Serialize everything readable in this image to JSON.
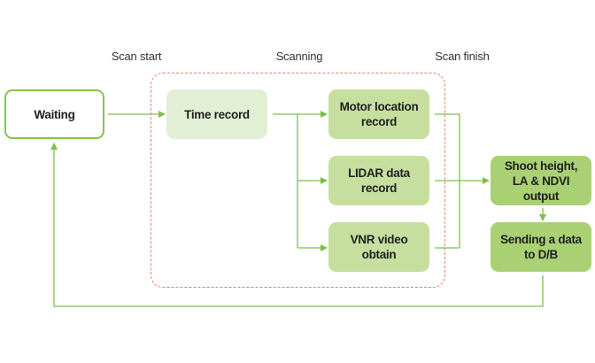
{
  "phases": {
    "scan_start": "Scan start",
    "scanning": "Scanning",
    "scan_finish": "Scan finish"
  },
  "nodes": {
    "waiting": "Waiting",
    "time_record": "Time record",
    "motor_location_record": "Motor location\nrecord",
    "lidar_data_record": "LIDAR data\nrecord",
    "vnr_video_obtain": "VNR video\nobtain",
    "shoot_height_output": "Shoot height,\nLA & NDVI\noutput",
    "sending_data": "Sending a data\nto D/B"
  },
  "colors": {
    "line_green": "#7cbf4a",
    "dashed_red": "#f07a6a",
    "waiting_border": "#86c350",
    "light_fill": "#e3efd5",
    "mid_fill": "#c6df9f",
    "dark_fill": "#a9d174"
  }
}
